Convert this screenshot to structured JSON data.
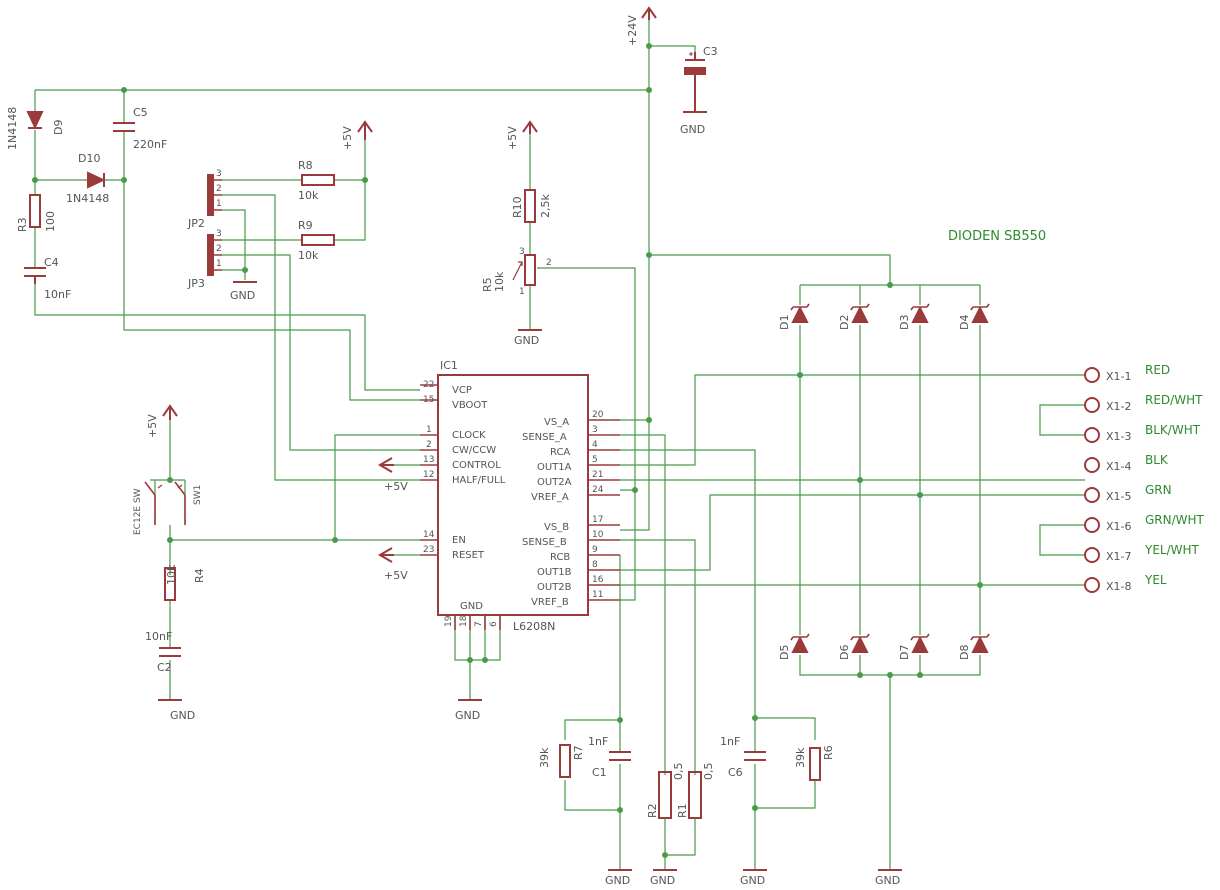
{
  "title": "DIODEN SB550",
  "ic": {
    "ref": "IC1",
    "part": "L6208N",
    "left_pins": [
      {
        "num": "22",
        "name": "VCP"
      },
      {
        "num": "15",
        "name": "VBOOT"
      },
      {
        "num": "1",
        "name": "CLOCK"
      },
      {
        "num": "2",
        "name": "CW/CCW"
      },
      {
        "num": "13",
        "name": "CONTROL"
      },
      {
        "num": "12",
        "name": "HALF/FULL"
      },
      {
        "num": "14",
        "name": "EN"
      },
      {
        "num": "23",
        "name": "RESET"
      }
    ],
    "right_pins": [
      {
        "num": "20",
        "name": "VS_A"
      },
      {
        "num": "3",
        "name": "SENSE_A"
      },
      {
        "num": "4",
        "name": "RCA"
      },
      {
        "num": "5",
        "name": "OUT1A"
      },
      {
        "num": "21",
        "name": "OUT2A"
      },
      {
        "num": "24",
        "name": "VREF_A"
      },
      {
        "num": "17",
        "name": "VS_B"
      },
      {
        "num": "10",
        "name": "SENSE_B"
      },
      {
        "num": "9",
        "name": "RCB"
      },
      {
        "num": "8",
        "name": "OUT1B"
      },
      {
        "num": "16",
        "name": "OUT2B"
      },
      {
        "num": "11",
        "name": "VREF_B"
      }
    ],
    "gnd_label": "GND",
    "bottom_pins": [
      "19",
      "18",
      "7",
      "6"
    ]
  },
  "power": {
    "v24": "+24V",
    "v5": "+5V",
    "gnd": "GND"
  },
  "components": {
    "c3": "C3",
    "d9": {
      "ref": "D9",
      "value": "1N4148"
    },
    "d10": {
      "ref": "D10",
      "value": "1N4148"
    },
    "c5": {
      "ref": "C5",
      "value": "220nF"
    },
    "r3": {
      "ref": "R3",
      "value": "100"
    },
    "c4": {
      "ref": "C4",
      "value": "10nF"
    },
    "r8": {
      "ref": "R8",
      "value": "10k"
    },
    "r9": {
      "ref": "R9",
      "value": "10k"
    },
    "jp2": "JP2",
    "jp3": "JP3",
    "r10": {
      "ref": "R10",
      "value": "2,5k"
    },
    "r5": {
      "ref": "R5",
      "value": "10k"
    },
    "sw1": {
      "ref": "SW1",
      "value": "EC12E SW"
    },
    "r4": {
      "ref": "R4",
      "value": "10k"
    },
    "c2": {
      "ref": "C2",
      "value": "10nF"
    },
    "r7": {
      "ref": "R7",
      "value": "39k"
    },
    "c1": {
      "ref": "C1",
      "value": "1nF"
    },
    "r2": {
      "ref": "R2",
      "value": "0,5"
    },
    "r1": {
      "ref": "R1",
      "value": "0,5"
    },
    "c6": {
      "ref": "C6",
      "value": "1nF"
    },
    "r6": {
      "ref": "R6",
      "value": "39k"
    },
    "diodes": [
      "D1",
      "D2",
      "D3",
      "D4",
      "D5",
      "D6",
      "D7",
      "D8"
    ]
  },
  "connector": [
    {
      "pin": "X1-1",
      "net": "RED"
    },
    {
      "pin": "X1-2",
      "net": "RED/WHT"
    },
    {
      "pin": "X1-3",
      "net": "BLK/WHT"
    },
    {
      "pin": "X1-4",
      "net": "BLK"
    },
    {
      "pin": "X1-5",
      "net": "GRN"
    },
    {
      "pin": "X1-6",
      "net": "GRN/WHT"
    },
    {
      "pin": "X1-7",
      "net": "YEL/WHT"
    },
    {
      "pin": "X1-8",
      "net": "YEL"
    }
  ],
  "pinnums": {
    "jp": [
      "3",
      "2",
      "1"
    ],
    "pot": [
      "3",
      "2",
      "1"
    ]
  }
}
